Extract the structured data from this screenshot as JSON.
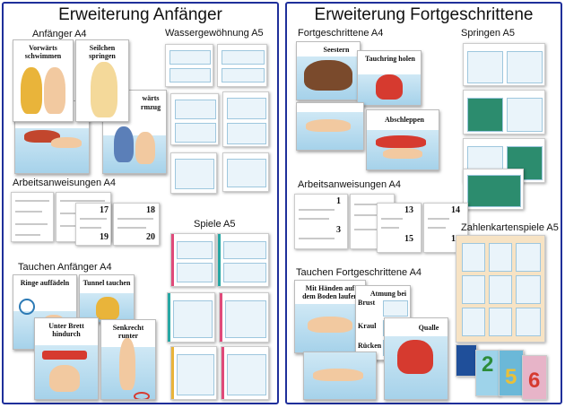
{
  "left": {
    "title": "Erweiterung Anfänger",
    "sections": {
      "anfaenger": "Anfänger A4",
      "wasser": "Wassergewöhnung A5",
      "arbeit": "Arbeitsanweisungen A4",
      "spiele": "Spiele A5",
      "tauchen": "Tauchen Anfänger A4"
    },
    "cards": {
      "vorwaerts": "Vorwärts schwimmen",
      "seilchen": "Seilchen springen",
      "waerts": "wärts",
      "rmzug": "rmzug",
      "ringe": "Ringe auffädeln",
      "tunnel": "Tunnel tauchen",
      "brett": "Unter Brett hindurch",
      "senkrecht": "Senkrecht runter"
    },
    "numbers": [
      "17",
      "18",
      "19",
      "20"
    ]
  },
  "right": {
    "title": "Erweiterung Fortgeschrittene",
    "sections": {
      "fortgeschrittene": "Fortgeschrittene A4",
      "springen": "Springen A5",
      "arbeit": "Arbeitsanweisungen A4",
      "zahlen": "Zahlenkartenspiele A5",
      "tauchen": "Tauchen Fortgeschrittene A4"
    },
    "cards": {
      "seestern": "Seestern",
      "tauchring": "Tauchring holen",
      "abschleppen": "Abschleppen",
      "haende": "Mit Händen auf dem Boden laufen",
      "atmung": "Atmung bei",
      "brust": "Brust",
      "kraul": "Kraul",
      "ruecken": "Rücken",
      "qualle": "Qualle"
    },
    "numbers": [
      "1",
      "13",
      "14",
      "3",
      "15",
      "16"
    ],
    "big_numbers": [
      "2",
      "5",
      "6"
    ]
  },
  "colors": {
    "border": "#1f2f9a",
    "water": "#a6d2ea",
    "skin": "#f2c9a0"
  }
}
